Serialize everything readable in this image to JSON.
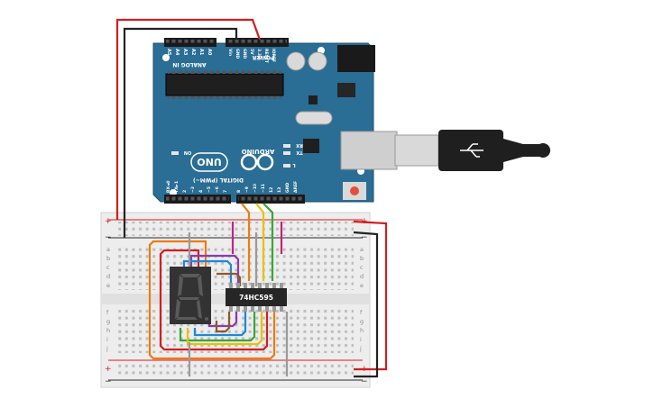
{
  "arduino": {
    "power_label": "POWER",
    "analog_label": "ANALOG IN",
    "analog_pins": [
      "A5",
      "A4",
      "A3",
      "A2",
      "A1",
      "A0"
    ],
    "power_pins": [
      "Vin",
      "GND",
      "GND",
      "5V",
      "3.3V",
      "RESET",
      "IOREF"
    ],
    "digital_label": "DIGITAL (PWM~)",
    "digital_pins": [
      "RX◄0",
      "TX►1",
      "2",
      "~3",
      "4",
      "~5",
      "~6",
      "7",
      "8",
      "~9",
      "~10",
      "~11",
      "12",
      "13",
      "GND",
      "AREF"
    ],
    "brand": "ARDUINO",
    "model": "UNO",
    "on_label": "ON",
    "rx_label": "RX",
    "tx_label": "TX",
    "l_label": "L"
  },
  "breadboard": {
    "row_letters_top": [
      "a",
      "b",
      "c",
      "d",
      "e"
    ],
    "row_letters_bottom": [
      "f",
      "g",
      "h",
      "i",
      "j"
    ],
    "plus": "+",
    "minus": "−"
  },
  "chip": {
    "label": "74HC595"
  },
  "colors": {
    "board": "#2a6d95",
    "board_dark": "#1e4f70",
    "wire_red": "#d21e1e",
    "wire_black": "#222222",
    "wire_orange": "#ef7a10",
    "wire_yellow": "#e8c200",
    "wire_green": "#3aa63a",
    "wire_purple": "#8a3ab0",
    "wire_blue": "#1e88d8",
    "wire_brown": "#8b5a2b",
    "wire_magenta": "#c2237e",
    "wire_grey": "#9a9a9a"
  }
}
